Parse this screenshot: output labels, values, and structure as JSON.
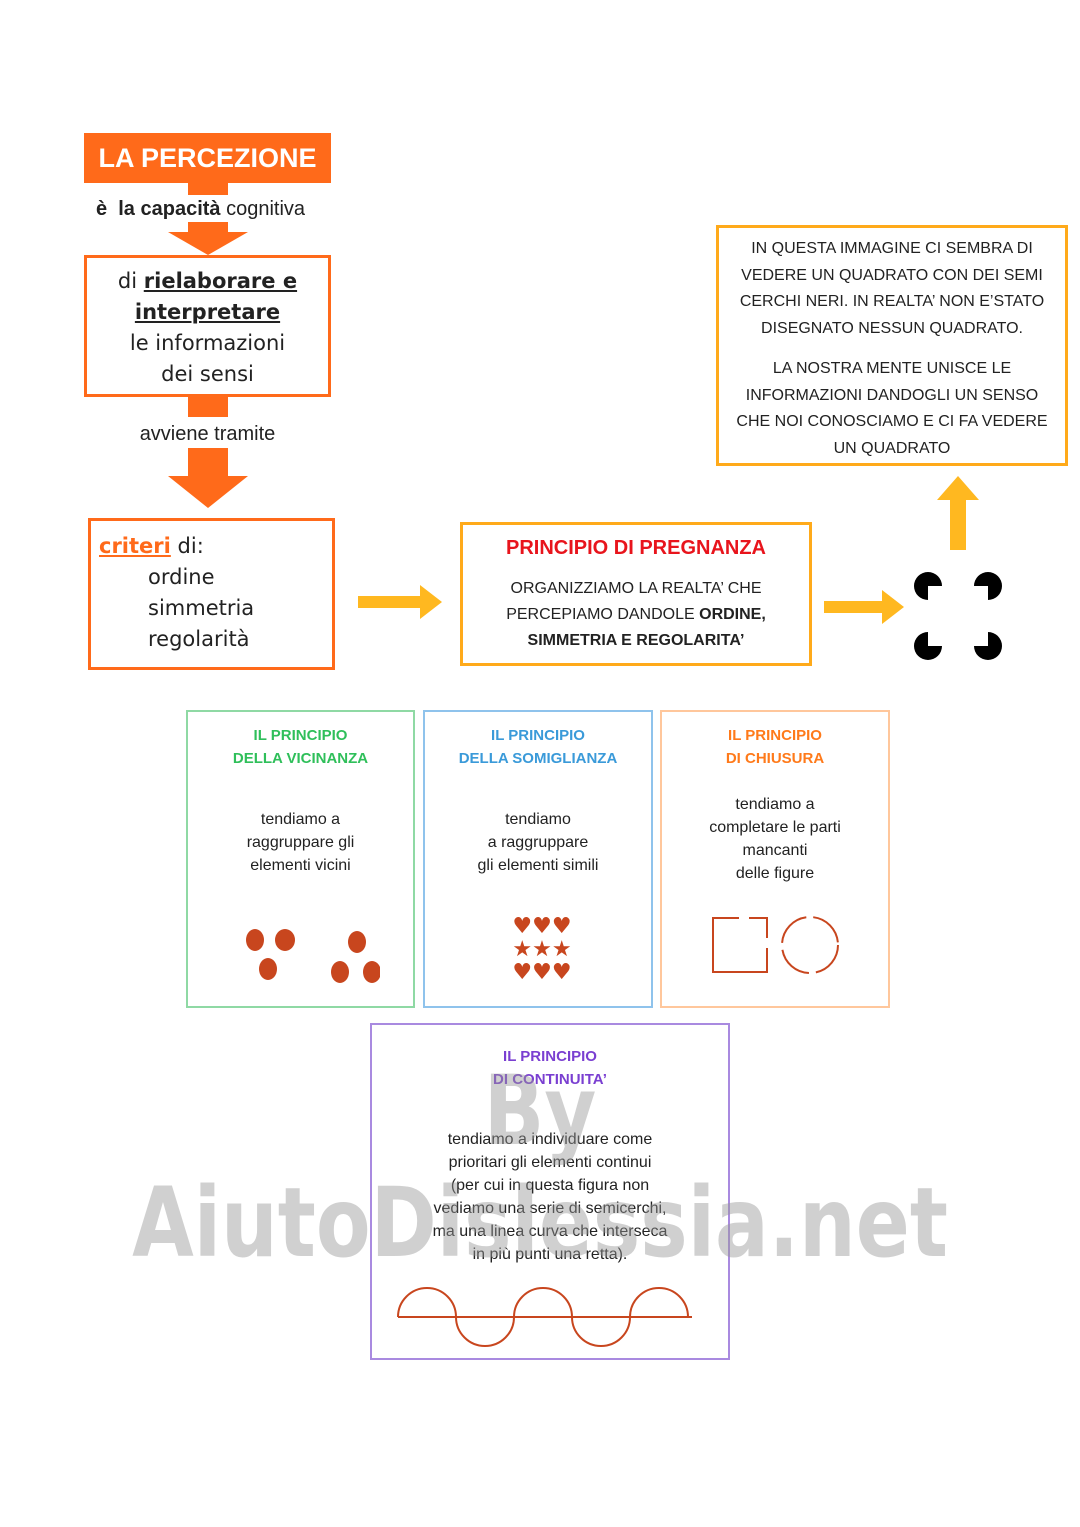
{
  "title": "LA PERCEZIONE",
  "capacity": {
    "prefix": "è",
    "bold": "la capacità",
    "rest": "cognitiva"
  },
  "rielaborare": {
    "line1_prefix": "di",
    "line1_under": "rielaborare e",
    "line2_under": "interpretare",
    "line3": "le informazioni",
    "line4": "dei sensi"
  },
  "avviene": "avviene tramite",
  "criteri": {
    "word": "criteri",
    "suffix": "di:",
    "items": [
      "ordine",
      "simmetria",
      "regolarità"
    ]
  },
  "pregnanza": {
    "title": "PRINCIPIO DI PREGNANZA",
    "line1": "ORGANIZZIAMO LA REALTA’ CHE",
    "line2_normal": "PERCEPIAMO DANDOLE",
    "line2_bold": "ORDINE,",
    "line3_bold": "SIMMETRIA E REGOLARITA’"
  },
  "info": {
    "para1": "IN QUESTA IMMAGINE CI SEMBRA DI VEDERE UN QUADRATO CON DEI SEMI CERCHI NERI. IN REALTA’ NON E’STATO DISEGNATO NESSUN QUADRATO.",
    "para2": "LA NOSTRA MENTE UNISCE LE INFORMAZIONI DANDOGLI UN SENSO CHE NOI CONOSCIAMO E CI FA VEDERE UN QUADRATO"
  },
  "principles": [
    {
      "line1": "IL PRINCIPIO",
      "line2": "DELLA VICINANZA",
      "text": [
        "tendiamo  a",
        "raggruppare gli",
        "elementi vicini"
      ],
      "color": "#2fbf5a"
    },
    {
      "line1": "IL PRINCIPIO",
      "line2": "DELLA SOMIGLIANZA",
      "text": [
        "tendiamo",
        "a raggruppare",
        "gli elementi simili"
      ],
      "color": "#3a9ad9"
    },
    {
      "line1": "IL PRINCIPIO",
      "line2": "DI CHIUSURA",
      "text": [
        "tendiamo  a",
        "completare le parti",
        "mancanti",
        "delle figure"
      ],
      "color": "#ff7a1a"
    },
    {
      "line1": "IL PRINCIPIO",
      "line2": "DI CONTINUITA’",
      "text": [
        "tendiamo a individuare come",
        "prioritari gli elementi continui",
        "(per cui in questa figura non",
        "vediamo una serie di semicerchi,",
        "ma una linea curva che interseca",
        "in più punti una retta)."
      ],
      "color": "#7a3fd1"
    }
  ],
  "watermark": "By AiutoDislessia.net",
  "colors": {
    "orange": "#ff6a1a",
    "amber": "#ffaa1a",
    "red": "#e8141c",
    "shape": "#c8461e"
  }
}
